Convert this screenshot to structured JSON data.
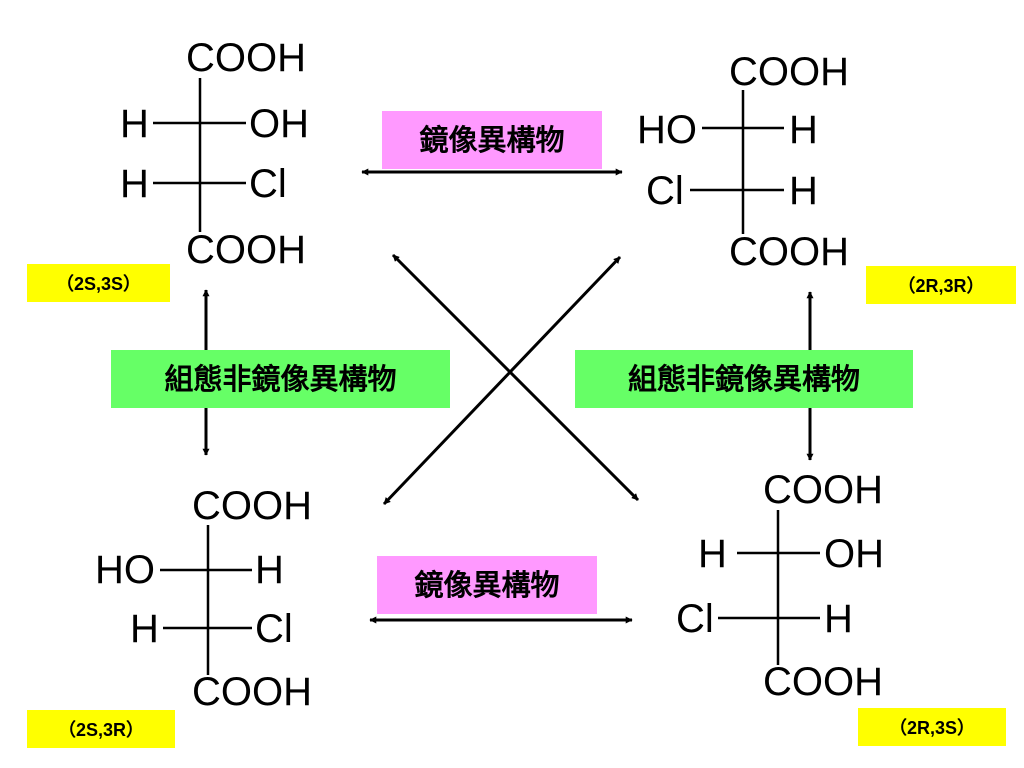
{
  "colors": {
    "mirror_label_bg": "#ff99ff",
    "diastereomer_label_bg": "#66ff66",
    "config_badge_bg": "#ffff00",
    "lines": "#000000"
  },
  "labels": {
    "enantiomer_top": "鏡像異構物",
    "enantiomer_bottom": "鏡像異構物",
    "diastereomer_left": "組態非鏡像異構物",
    "diastereomer_right": "組態非鏡像異構物"
  },
  "molecules": {
    "top_left": {
      "top": "COOH",
      "bottom": "COOH",
      "row1_left": "H",
      "row1_right": "OH",
      "row2_left": "H",
      "row2_right": "Cl",
      "config": "（2S,3S）"
    },
    "top_right": {
      "top": "COOH",
      "bottom": "COOH",
      "row1_left": "HO",
      "row1_right": "H",
      "row2_left": "Cl",
      "row2_right": "H",
      "config": "（2R,3R）"
    },
    "bottom_left": {
      "top": "COOH",
      "bottom": "COOH",
      "row1_left": "HO",
      "row1_right": "H",
      "row2_left": "H",
      "row2_right": "Cl",
      "config": "（2S,3R）"
    },
    "bottom_right": {
      "top": "COOH",
      "bottom": "COOH",
      "row1_left": "H",
      "row1_right": "OH",
      "row2_left": "Cl",
      "row2_right": "H",
      "config": "（2R,3S）"
    }
  }
}
